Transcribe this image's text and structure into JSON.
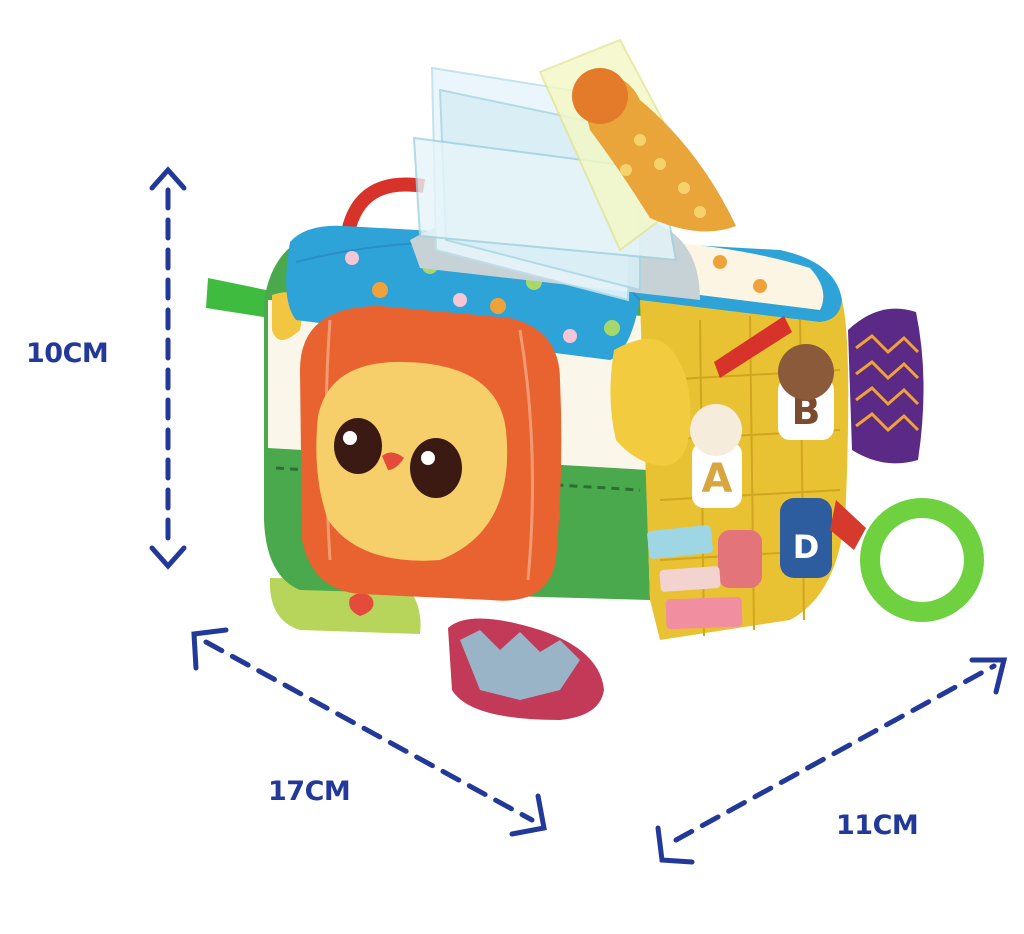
{
  "dimensions": {
    "height": "10CM",
    "length": "17CM",
    "width": "11CM"
  },
  "colors": {
    "arrow": "#23399a",
    "top_fabric": "#2ea3d8",
    "front_green": "#3f9d4a",
    "lion_mane": "#e8632f",
    "side_yellow": "#e9c233"
  }
}
